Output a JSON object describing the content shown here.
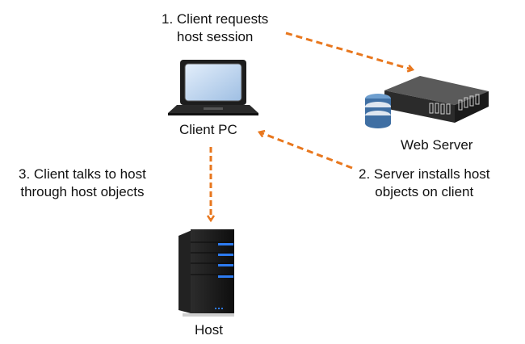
{
  "diagram": {
    "nodes": {
      "client": {
        "label": "Client PC",
        "icon": "laptop-icon"
      },
      "web_server": {
        "label": "Web Server",
        "icon": "rack-server-icon"
      },
      "host": {
        "label": "Host",
        "icon": "tower-server-icon"
      }
    },
    "steps": [
      {
        "id": 1,
        "line1": "1. Client requests",
        "line2": "host session",
        "from": "client",
        "to": "web_server"
      },
      {
        "id": 2,
        "line1": "2. Server installs host",
        "line2": "objects on client",
        "from": "web_server",
        "to": "client"
      },
      {
        "id": 3,
        "line1": "3. Client talks to host",
        "line2": "through host objects",
        "from": "client",
        "to": "host"
      }
    ],
    "colors": {
      "arrow": "#e8771e",
      "text": "#111111"
    }
  }
}
